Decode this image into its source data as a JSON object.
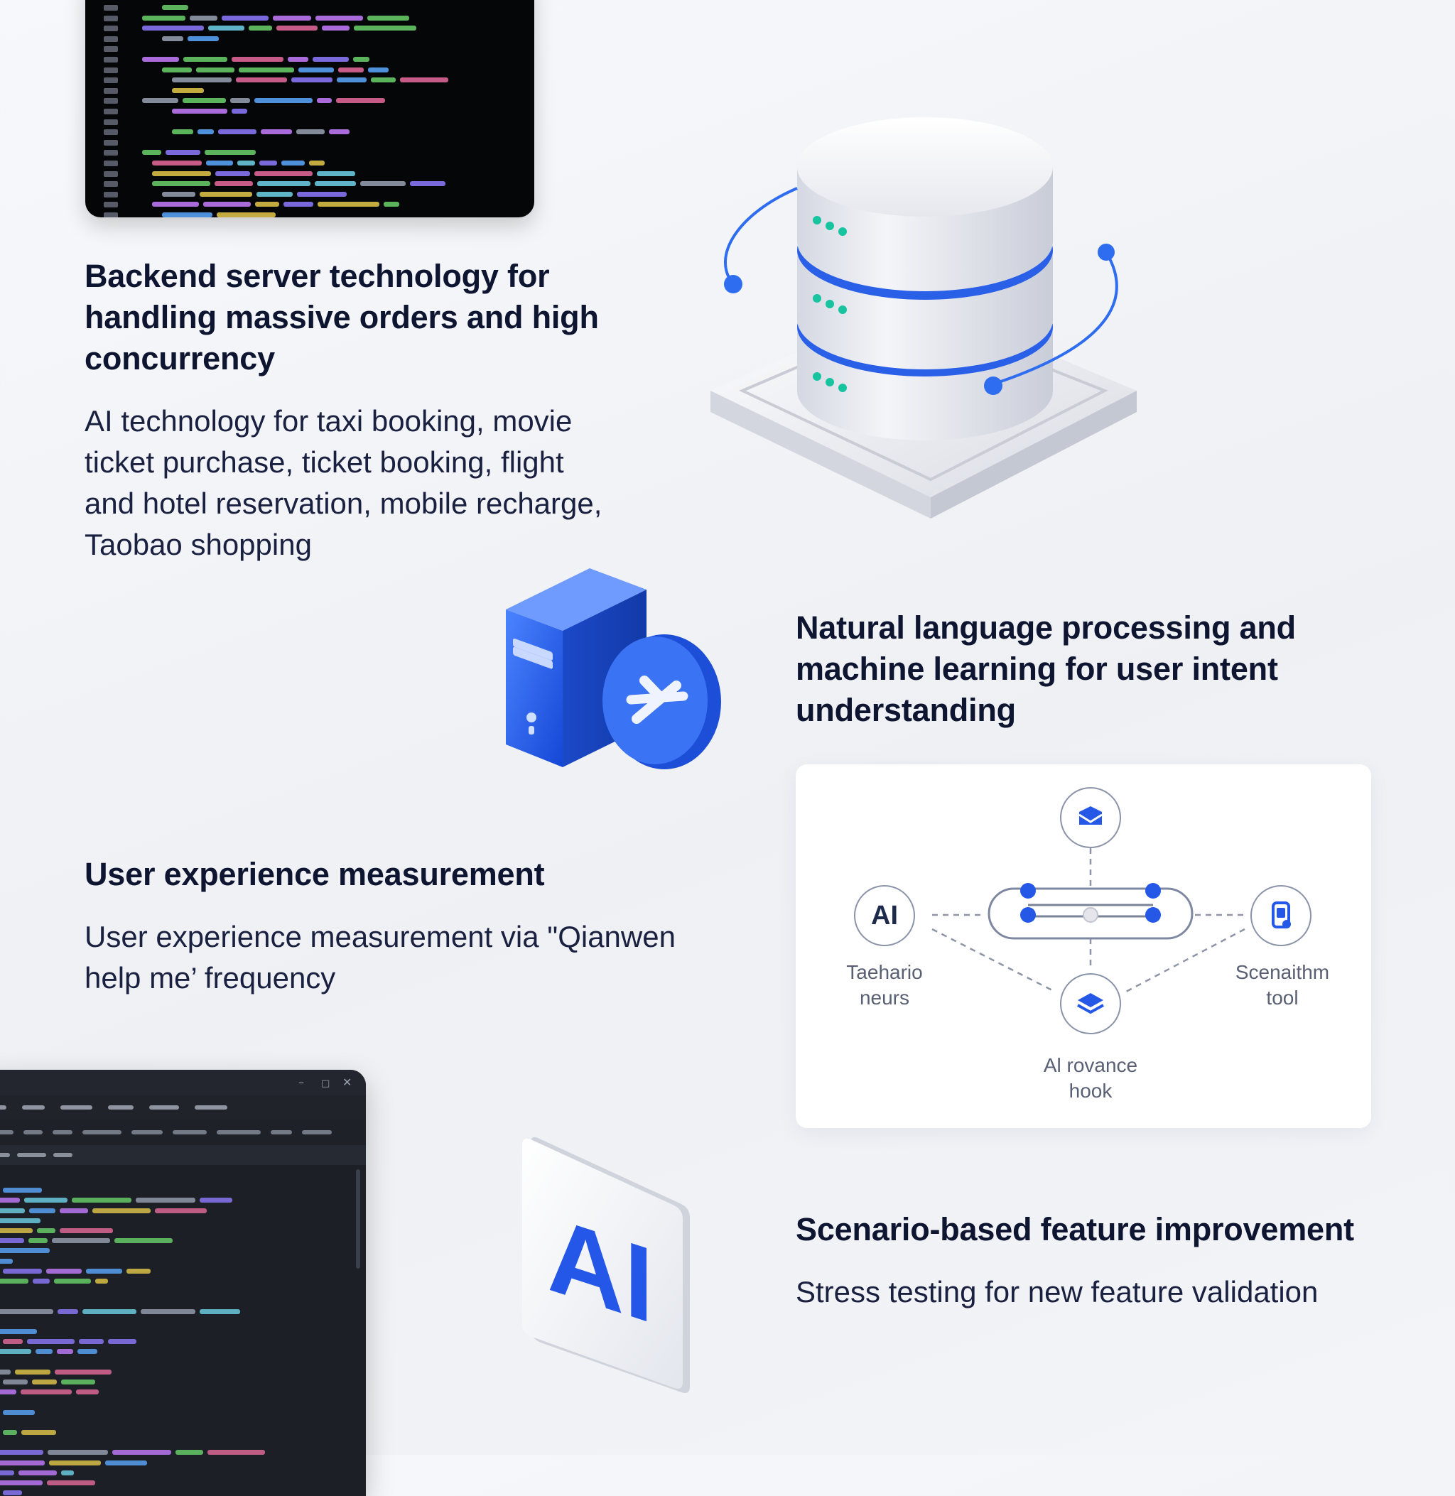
{
  "sections": {
    "backend": {
      "heading": "Backend server technology for handling massive orders and high concurrency",
      "heading_lines": [
        "Backend server technology for",
        "handling massive orders and high",
        "concurrency"
      ],
      "body_lines": [
        "AI technology for taxi booking, movie",
        "ticket purchase, ticket booking, flight",
        "and hotel reservation, mobile recharge,",
        "Taobao shopping"
      ]
    },
    "nlp": {
      "heading_lines": [
        "Natural language processing and",
        "machine learning for user intent",
        "understanding"
      ]
    },
    "ux": {
      "heading": "User experience measurement",
      "body_lines": [
        "User experience measurement via \"Qianwen",
        "help me’ frequency"
      ]
    },
    "scenario": {
      "heading": "Scenario-based feature improvement",
      "body": "Stress testing for new feature validation"
    }
  },
  "diagram": {
    "left_node": {
      "text": "AI",
      "label_lines": [
        "Taehario",
        "neurs"
      ]
    },
    "right_node": {
      "label_lines": [
        "Scenaithm",
        "tool"
      ],
      "icon": "phone-icon"
    },
    "top_node": {
      "icon": "inbox-icon"
    },
    "bottom_node": {
      "icon": "layers-icon",
      "label_lines": [
        "Al rovance",
        "hook"
      ]
    }
  },
  "illustrations": {
    "ai_tile_text": "AI",
    "database_icon": "database-server-icon",
    "server_icon": "server-tower-icon",
    "server_badge_icon": "plus-icon"
  },
  "colors": {
    "accent_blue": "#2257e6",
    "heading": "#0e1530",
    "body": "#1a2140",
    "background": "#f2f3f6"
  }
}
